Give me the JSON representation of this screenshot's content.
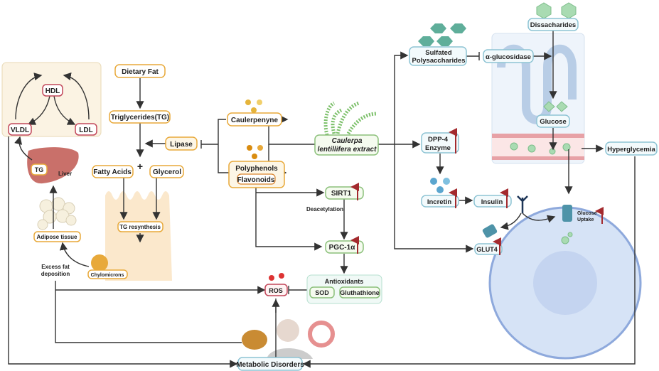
{
  "lipoproteins": {
    "hdl": "HDL",
    "vldl": "VLDL",
    "ldl": "LDL"
  },
  "fat_pathway": {
    "dietary_fat": "Dietary Fat",
    "triglycerides": "Triglycerides(TG)",
    "lipase": "Lipase",
    "fatty_acids": "Fatty Acids",
    "plus": "+",
    "glycerol": "Glycerol",
    "tg_resynthesis": "TG resynthesis",
    "chylomicrons": "Chylomicrons",
    "adipose_tissue": "Adipose tissue",
    "liver_tg": "TG",
    "liver": "Liver",
    "excess_fat_line1": "Excess fat",
    "excess_fat_line2": "deposition"
  },
  "extract": {
    "caulerpenyne": "Caulerpenyne",
    "polyphenols": "Polyphenols",
    "flavonoids": "Flavonoids",
    "name_line1": "Caulerpa",
    "name_line2": "lentillifera extract"
  },
  "antioxidant_pathway": {
    "sirt1": "SIRT1",
    "deacetylation": "Deacetylation",
    "pgc1a": "PGC-1α",
    "antioxidants": "Antioxidants",
    "sod": "SOD",
    "gluthathione": "Gluthathione",
    "ros": "ROS"
  },
  "glucose_pathway": {
    "sulfated_line1": "Sulfated",
    "sulfated_line2": "Polysaccharides",
    "alpha_glucosidase": "α-glucosidase",
    "dissacharides": "Dissacharides",
    "glucose": "Glucose",
    "hyperglycemia": "Hyperglycemia",
    "dpp4_line1": "DPP-4",
    "dpp4_line2": "Enzyme",
    "incretin": "Incretin",
    "insulin": "Insulin",
    "glut4": "GLUT4",
    "glucose_uptake_line1": "Glucose",
    "glucose_uptake_line2": "Uptake"
  },
  "outcome": {
    "metabolic_disorders": "Metabolic Disorders"
  },
  "colors": {
    "fat": "#e8a93a",
    "lipoprotein": "#c2475a",
    "antioxidant": "#8bc07a",
    "glucose": "#8ec4d4",
    "increase_arrow": "#a32a2e"
  }
}
